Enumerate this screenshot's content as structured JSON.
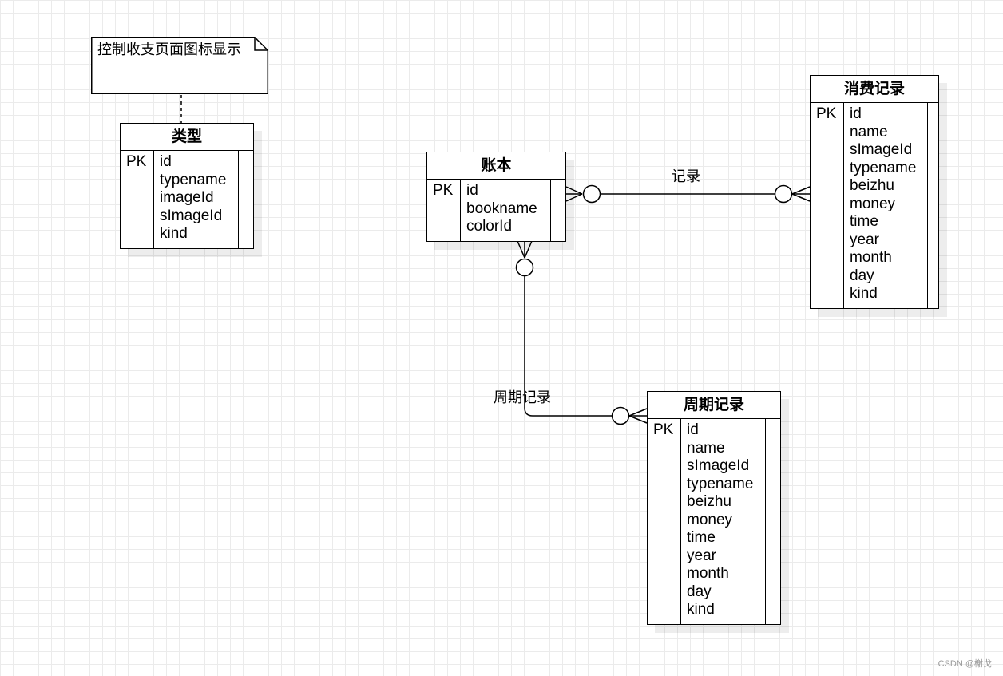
{
  "note": {
    "text": "控制收支页面图标显示"
  },
  "entities": {
    "type": {
      "title": "类型",
      "pk_label": "PK",
      "fields": [
        "id",
        "typename",
        "imageId",
        "sImageId",
        "kind"
      ]
    },
    "book": {
      "title": "账本",
      "pk_label": "PK",
      "fields": [
        "id",
        "bookname",
        "colorId"
      ]
    },
    "expense": {
      "title": "消费记录",
      "pk_label": "PK",
      "fields": [
        "id",
        "name",
        "sImageId",
        "typename",
        "beizhu",
        "money",
        "time",
        "year",
        "month",
        "day",
        "kind"
      ]
    },
    "periodic": {
      "title": "周期记录",
      "pk_label": "PK",
      "fields": [
        "id",
        "name",
        "sImageId",
        "typename",
        "beizhu",
        "money",
        "time",
        "year",
        "month",
        "day",
        "kind"
      ]
    }
  },
  "relations": {
    "book_expense": {
      "label": "记录",
      "from_cardinality": "zero-or-many",
      "to_cardinality": "zero-or-many"
    },
    "book_periodic": {
      "label": "周期记录",
      "from_cardinality": "zero-or-many",
      "to_cardinality": "zero-or-many"
    }
  },
  "watermark": "CSDN @榭戈"
}
